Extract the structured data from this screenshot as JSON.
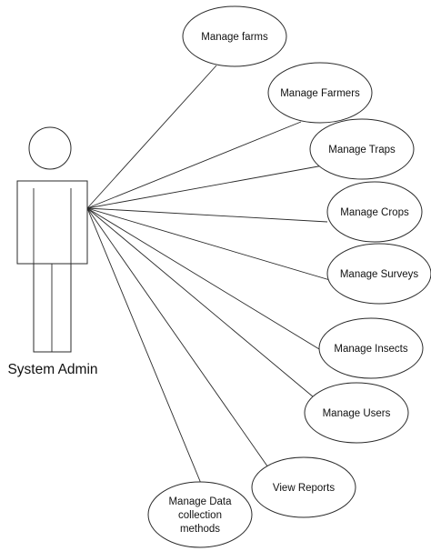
{
  "actor": {
    "label": "System Admin"
  },
  "use_cases": [
    {
      "id": "manage-farms",
      "lines": [
        "Manage farms"
      ]
    },
    {
      "id": "manage-farmers",
      "lines": [
        "Manage Farmers"
      ]
    },
    {
      "id": "manage-traps",
      "lines": [
        "Manage Traps"
      ]
    },
    {
      "id": "manage-crops",
      "lines": [
        "Manage Crops"
      ]
    },
    {
      "id": "manage-surveys",
      "lines": [
        "Manage Surveys"
      ]
    },
    {
      "id": "manage-insects",
      "lines": [
        "Manage Insects"
      ]
    },
    {
      "id": "manage-users",
      "lines": [
        "Manage Users"
      ]
    },
    {
      "id": "view-reports",
      "lines": [
        "View Reports"
      ]
    },
    {
      "id": "manage-data-collection-methods",
      "lines": [
        "Manage Data",
        "collection",
        "methods"
      ]
    }
  ]
}
